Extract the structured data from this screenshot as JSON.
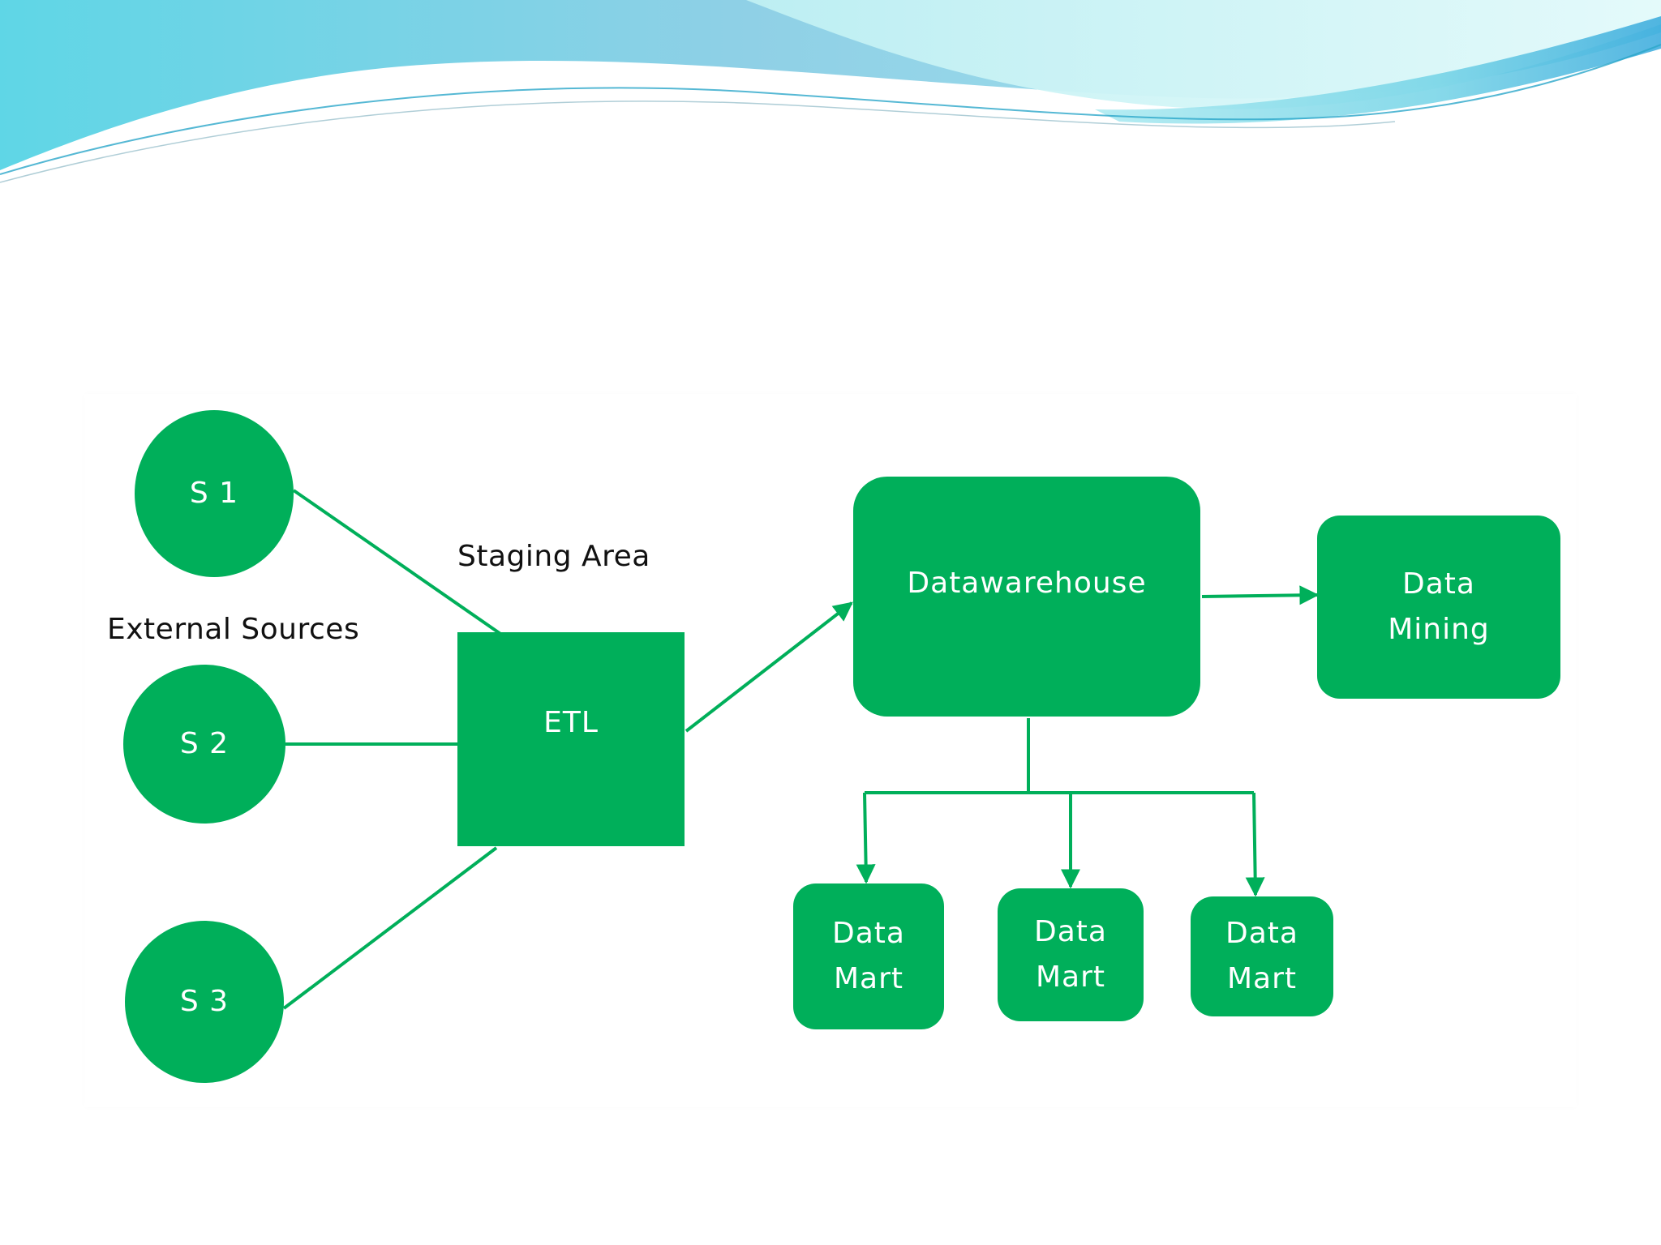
{
  "colors": {
    "node_fill": "#00af5a",
    "node_text": "#ffffff",
    "edge": "#00af5a",
    "wave_light": "#bfeff2",
    "wave_mid": "#7cd7e8",
    "wave_dark": "#2ca7d8"
  },
  "labels": {
    "external_sources": "External Sources",
    "staging_area": "Staging Area"
  },
  "nodes": {
    "s1": "S 1",
    "s2": "S 2",
    "s3": "S 3",
    "etl": "ETL",
    "datawarehouse": "Datawarehouse",
    "data_mining": "Data\nMining",
    "data_mart_1": "Data\nMart",
    "data_mart_2": "Data\nMart",
    "data_mart_3": "Data\nMart"
  },
  "edges": [
    {
      "from": "s1",
      "to": "etl"
    },
    {
      "from": "s2",
      "to": "etl"
    },
    {
      "from": "s3",
      "to": "etl"
    },
    {
      "from": "etl",
      "to": "datawarehouse",
      "arrow": true
    },
    {
      "from": "datawarehouse",
      "to": "data_mining",
      "arrow": true
    },
    {
      "from": "datawarehouse",
      "to": "data_mart_1",
      "arrow": true
    },
    {
      "from": "datawarehouse",
      "to": "data_mart_2",
      "arrow": true
    },
    {
      "from": "datawarehouse",
      "to": "data_mart_3",
      "arrow": true
    }
  ]
}
